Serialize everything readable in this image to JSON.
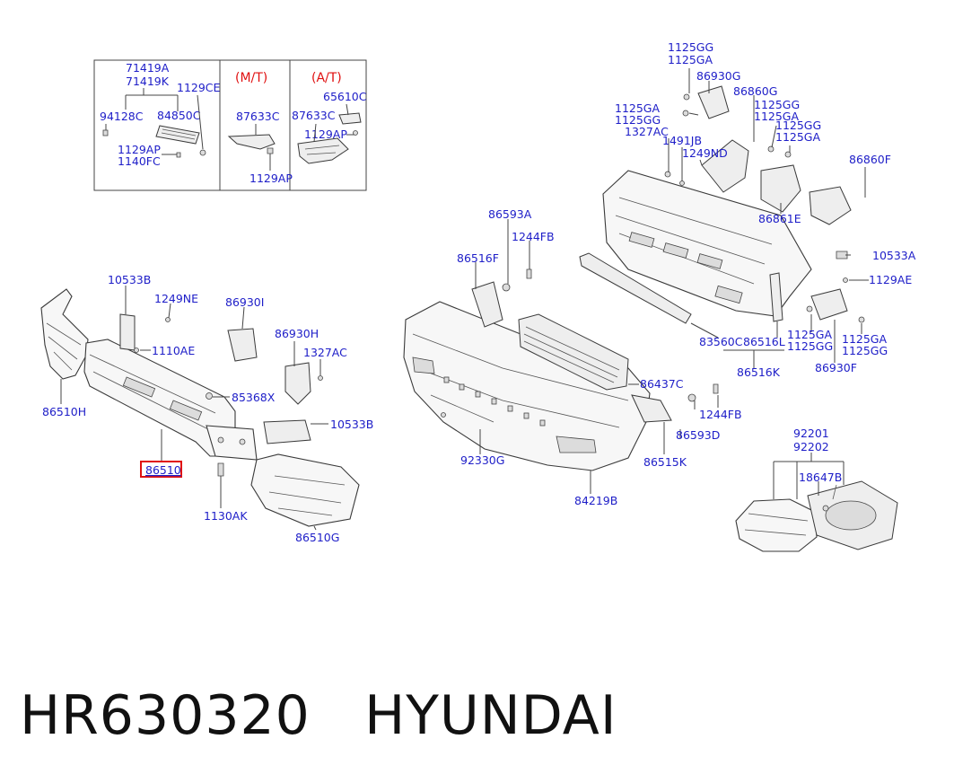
{
  "inset": {
    "headings": [
      "(M/T)",
      "(A/T)"
    ],
    "labels": [
      "71419A",
      "71419K",
      "1129CE",
      "94128C",
      "84850C",
      "1129AP",
      "1140FC",
      "87633C",
      "1129AP",
      "65610C",
      "87633C",
      "1129AP"
    ]
  },
  "parts": {
    "left": [
      "10533B",
      "1249NE",
      "86930I",
      "1110AE",
      "86930H",
      "1327AC",
      "85368X",
      "10533B",
      "86510H",
      "86510",
      "1130AK",
      "86510G"
    ],
    "middle": [
      "86593A",
      "1244FB",
      "86516F",
      "86437C",
      "1244FB",
      "86593D",
      "92330G",
      "86515K",
      "84219B"
    ],
    "upper_right": [
      "1125GG",
      "1125GA",
      "86930G",
      "86860G",
      "1125GA",
      "1125GG",
      "1125GG",
      "1125GA",
      "1327AC",
      "1491JB",
      "1125GG",
      "1125GA",
      "1249ND",
      "86860F",
      "86861E",
      "10533A",
      "1129AE",
      "83560C",
      "86516L",
      "1125GA",
      "1125GG",
      "1125GA",
      "1125GG",
      "86516K",
      "86930F"
    ],
    "fog_lamp": [
      "92201",
      "92202",
      "18647B"
    ]
  },
  "highlight": {
    "part_number": "86510",
    "color": "#e01010"
  },
  "footer": {
    "part_code": "HR630320",
    "brand": "HYUNDAI"
  },
  "colors": {
    "label": "#1e1ec8",
    "heading": "#e01010"
  }
}
